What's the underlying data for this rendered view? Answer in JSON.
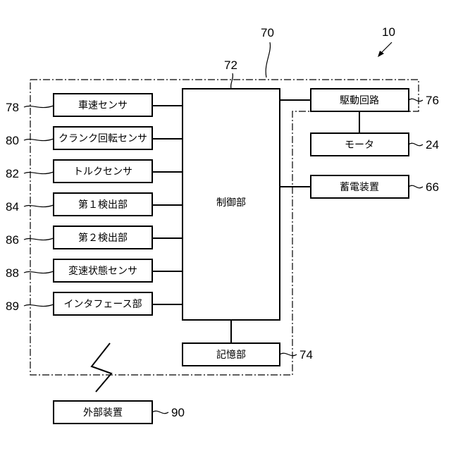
{
  "refs": {
    "system": "10",
    "unit": "70",
    "control": "72",
    "drive_circuit": "76",
    "motor": "24",
    "storage": "66",
    "memory": "74",
    "external": "90",
    "sensors": [
      "78",
      "80",
      "82",
      "84",
      "86",
      "88",
      "89"
    ]
  },
  "blocks": {
    "control": "制御部",
    "drive_circuit": "駆動回路",
    "motor": "モータ",
    "storage": "蓄電装置",
    "memory": "記憶部",
    "external": "外部装置",
    "sensors": [
      "車速センサ",
      "クランク回転センサ",
      "トルクセンサ",
      "第１検出部",
      "第２検出部",
      "変速状態センサ",
      "インタフェース部"
    ]
  }
}
